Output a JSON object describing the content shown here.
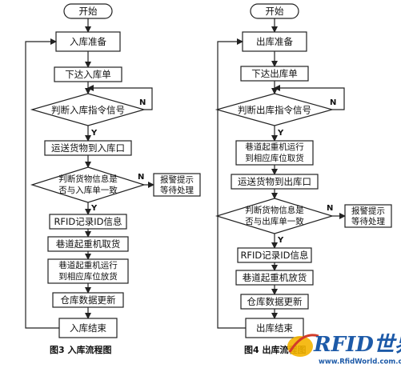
{
  "left": {
    "start": "开始",
    "prepare": "入库准备",
    "order": "下达入库单",
    "judge_signal": "判断入库指令信号",
    "transport": "运送货物到入库口",
    "judge_goods_1": "判断货物信息是",
    "judge_goods_2": "否与入库单一致",
    "alarm_1": "报警提示",
    "alarm_2": "等待处理",
    "rfid": "RFID记录ID信息",
    "crane_pick": "巷道起重机取货",
    "crane_run_1": "巷道起重机运行",
    "crane_run_2": "到相应库位放货",
    "update": "仓库数据更新",
    "end": "入库结束",
    "caption": "图3  入库流程图"
  },
  "right": {
    "start": "开始",
    "prepare": "出库准备",
    "order": "下达出库单",
    "judge_signal": "判断出库指令信号",
    "crane_run_1": "巷道起重机运行",
    "crane_run_2": "到相应库位取货",
    "transport": "运送货物到出库口",
    "judge_goods_1": "判断货物信息是",
    "judge_goods_2": "否与出库单一致",
    "alarm_1": "报警提示",
    "alarm_2": "等待处理",
    "rfid": "RFID记录ID信息",
    "crane_place": "巷道起重机放货",
    "update": "仓库数据更新",
    "end": "出库结束",
    "caption": "图4  出库流程图"
  },
  "labels": {
    "yes": "Y",
    "no": "N"
  },
  "watermark": {
    "brand": "RFID世界网",
    "site": "www.RfidWorld.com.cn"
  }
}
